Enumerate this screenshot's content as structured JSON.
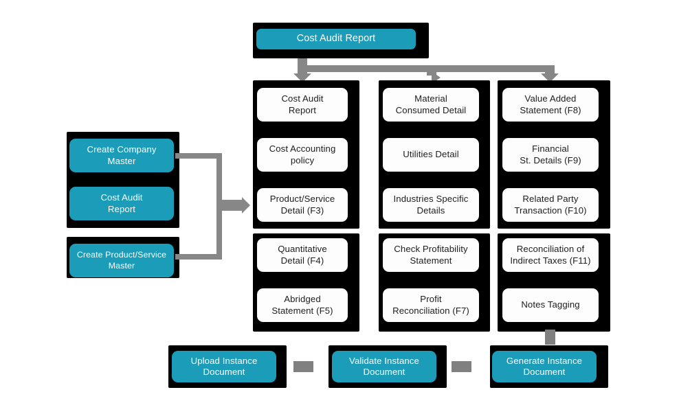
{
  "diagram": {
    "title": "Cost Audit Report",
    "colors": {
      "accent_teal": "#1b9cb8",
      "node_white": "#fdfdfd",
      "panel_black": "#000000",
      "connector_gray": "#878787",
      "stub_gray": "#808080",
      "text_dark": "#1d1d1d",
      "text_light": "#ffffff"
    },
    "root": {
      "label": "Cost Audit Report"
    },
    "left_column": {
      "items": [
        {
          "label": "Create Company\nMaster"
        },
        {
          "label": "Cost Audit\nReport"
        },
        {
          "label": "Create Product/Service\nMaster"
        }
      ]
    },
    "columns": [
      {
        "name": "column-1",
        "groups": [
          {
            "items": [
              {
                "label": "Cost Audit\nReport"
              },
              {
                "label": "Cost Accounting\npolicy"
              },
              {
                "label": "Product/Service\nDetail (F3)"
              }
            ]
          },
          {
            "items": [
              {
                "label": "Quantitative\nDetail (F4)"
              },
              {
                "label": "Abridged\nStatement (F5)"
              }
            ]
          }
        ]
      },
      {
        "name": "column-2",
        "groups": [
          {
            "items": [
              {
                "label": "Material\nConsumed Detail"
              },
              {
                "label": "Utilities Detail"
              },
              {
                "label": "Industries Specific\nDetails"
              }
            ]
          },
          {
            "items": [
              {
                "label": "Check Profitability\nStatement"
              },
              {
                "label": "Profit\nReconciliation (F7)"
              }
            ]
          }
        ]
      },
      {
        "name": "column-3",
        "groups": [
          {
            "items": [
              {
                "label": "Value Added\nStatement (F8)"
              },
              {
                "label": "Financial\nSt. Details (F9)"
              },
              {
                "label": "Related Party\nTransaction (F10)"
              }
            ]
          },
          {
            "items": [
              {
                "label": "Reconciliation of\nIndirect Taxes (F11)"
              },
              {
                "label": "Notes Tagging"
              }
            ]
          }
        ]
      }
    ],
    "bottom_row": {
      "items": [
        {
          "label": "Upload Instance\nDocument"
        },
        {
          "label": "Validate Instance\nDocument"
        },
        {
          "label": "Generate Instance\nDocument"
        }
      ]
    }
  }
}
